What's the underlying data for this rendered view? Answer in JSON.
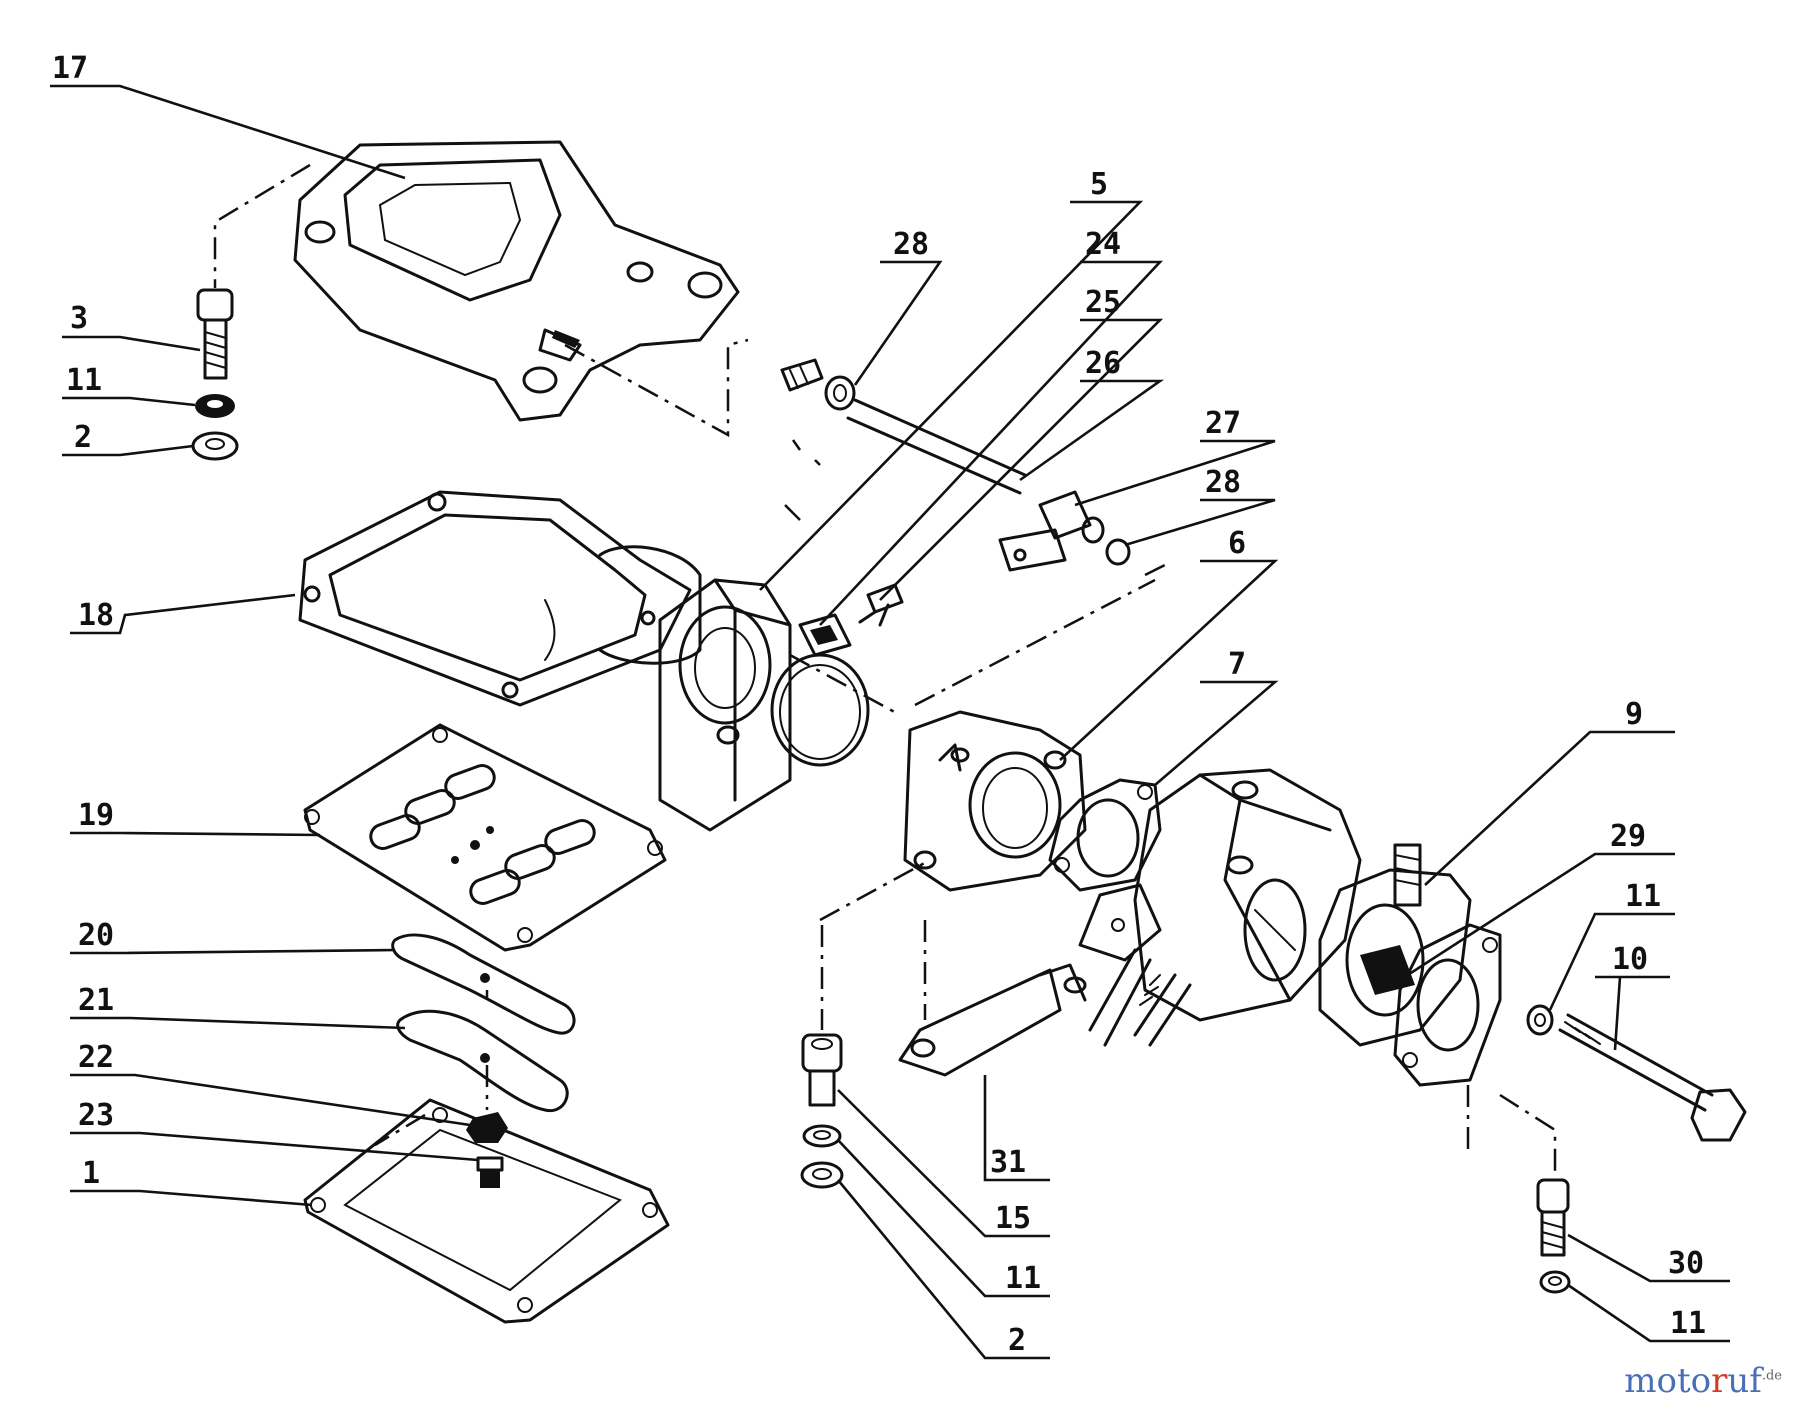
{
  "callouts": [
    {
      "id": "p17",
      "label": "17"
    },
    {
      "id": "p3",
      "label": "3"
    },
    {
      "id": "p11a",
      "label": "11"
    },
    {
      "id": "p2a",
      "label": "2"
    },
    {
      "id": "p18",
      "label": "18"
    },
    {
      "id": "p19",
      "label": "19"
    },
    {
      "id": "p20",
      "label": "20"
    },
    {
      "id": "p21",
      "label": "21"
    },
    {
      "id": "p22",
      "label": "22"
    },
    {
      "id": "p23",
      "label": "23"
    },
    {
      "id": "p1",
      "label": "1"
    },
    {
      "id": "p5",
      "label": "5"
    },
    {
      "id": "p28a",
      "label": "28"
    },
    {
      "id": "p24",
      "label": "24"
    },
    {
      "id": "p25",
      "label": "25"
    },
    {
      "id": "p26",
      "label": "26"
    },
    {
      "id": "p27",
      "label": "27"
    },
    {
      "id": "p28b",
      "label": "28"
    },
    {
      "id": "p6",
      "label": "6"
    },
    {
      "id": "p7",
      "label": "7"
    },
    {
      "id": "p9",
      "label": "9"
    },
    {
      "id": "p29",
      "label": "29"
    },
    {
      "id": "p11b",
      "label": "11"
    },
    {
      "id": "p10",
      "label": "10"
    },
    {
      "id": "p31",
      "label": "31"
    },
    {
      "id": "p15",
      "label": "15"
    },
    {
      "id": "p11c",
      "label": "11"
    },
    {
      "id": "p2b",
      "label": "2"
    },
    {
      "id": "p30",
      "label": "30"
    },
    {
      "id": "p11d",
      "label": "11"
    }
  ],
  "watermark": {
    "part1": "moto",
    "part2": "r",
    "part3": "uf",
    "suffix": ".de"
  }
}
